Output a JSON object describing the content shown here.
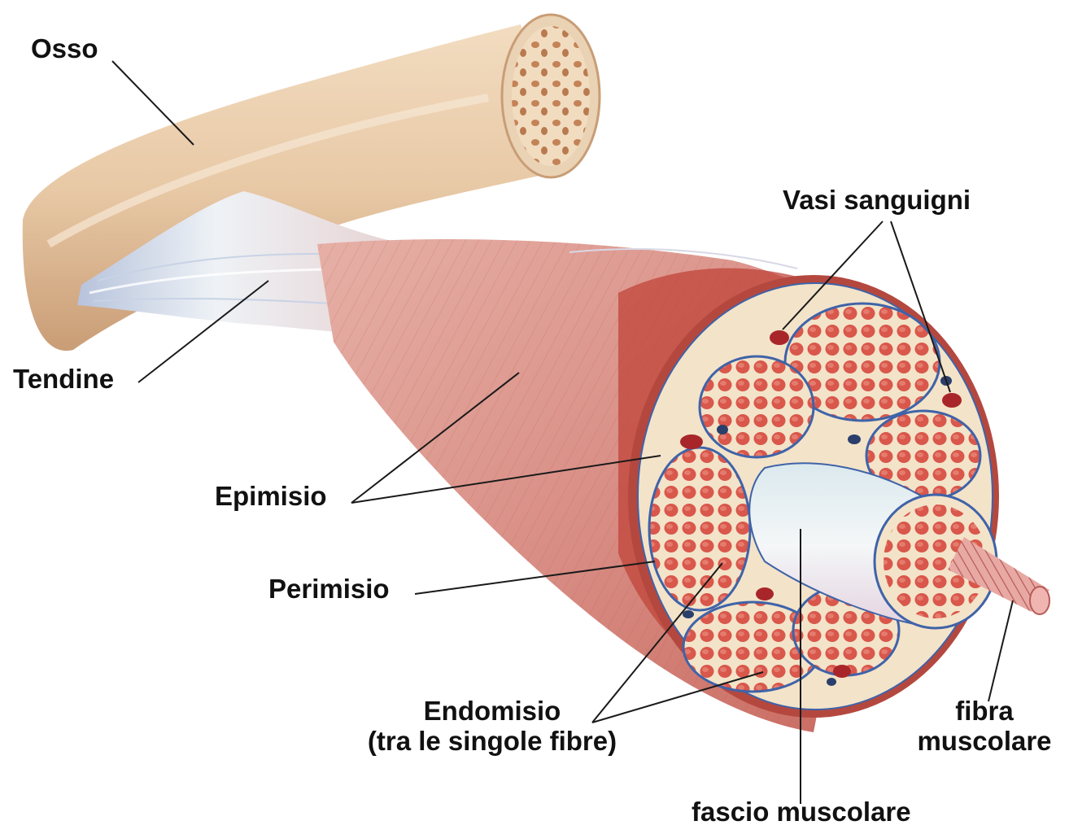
{
  "labels": {
    "bone": "Osso",
    "tendon": "Tendine",
    "blood_vessels": "Vasi sanguigni",
    "epimysium": "Epimisio",
    "perimysium": "Perimisio",
    "endomysium_line1": "Endomisio",
    "endomysium_line2": "(tra le singole fibre)",
    "muscle_fiber_line1": "fibra",
    "muscle_fiber_line2": "muscolare",
    "fascicle": "fascio muscolare"
  },
  "colors": {
    "bone": "#e8c9a6",
    "bone_shadow": "#c99d76",
    "tendon": "#e4ebf2",
    "muscle": "#d98f86",
    "muscle_dark": "#c0443a",
    "connective": "#f3e3c9",
    "fiber": "#d9574b",
    "vessel_red": "#a8262a",
    "vessel_blue": "#2a3f6b",
    "label_text": "#111111"
  }
}
